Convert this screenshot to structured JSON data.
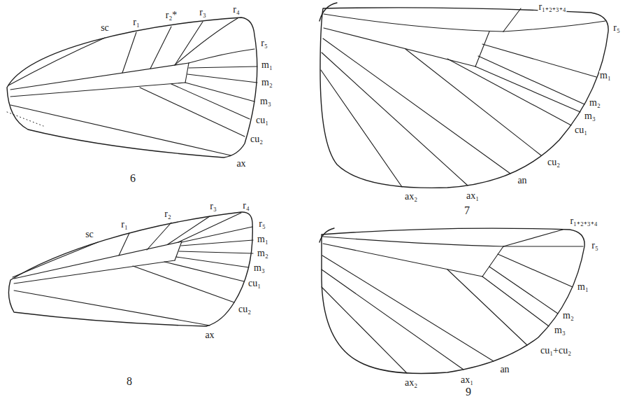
{
  "diagram": {
    "labels": [
      "sc",
      "r₁",
      "r₂*",
      "r₃",
      "r₄",
      "r₅",
      "m₁",
      "m₂",
      "m₃",
      "cu₁",
      "cu₂",
      "ax",
      "6",
      "r₁₊₂₊₃₊₄",
      "r₅",
      "m₁",
      "m₂",
      "m₃",
      "cu₁",
      "cu₂",
      "an",
      "ax₂",
      "ax₁",
      "7",
      "sc",
      "r₁",
      "r₂",
      "r₃",
      "r₄",
      "r₅",
      "m₁",
      "m₂",
      "m₃",
      "cu₁",
      "cu₂",
      "ax",
      "8",
      "r₁₊₂₊₃₊₄",
      "r₅",
      "m₁",
      "m₂",
      "m₃",
      "cu₁+cu₂",
      "an",
      "ax₂",
      "ax₁",
      "9"
    ]
  }
}
